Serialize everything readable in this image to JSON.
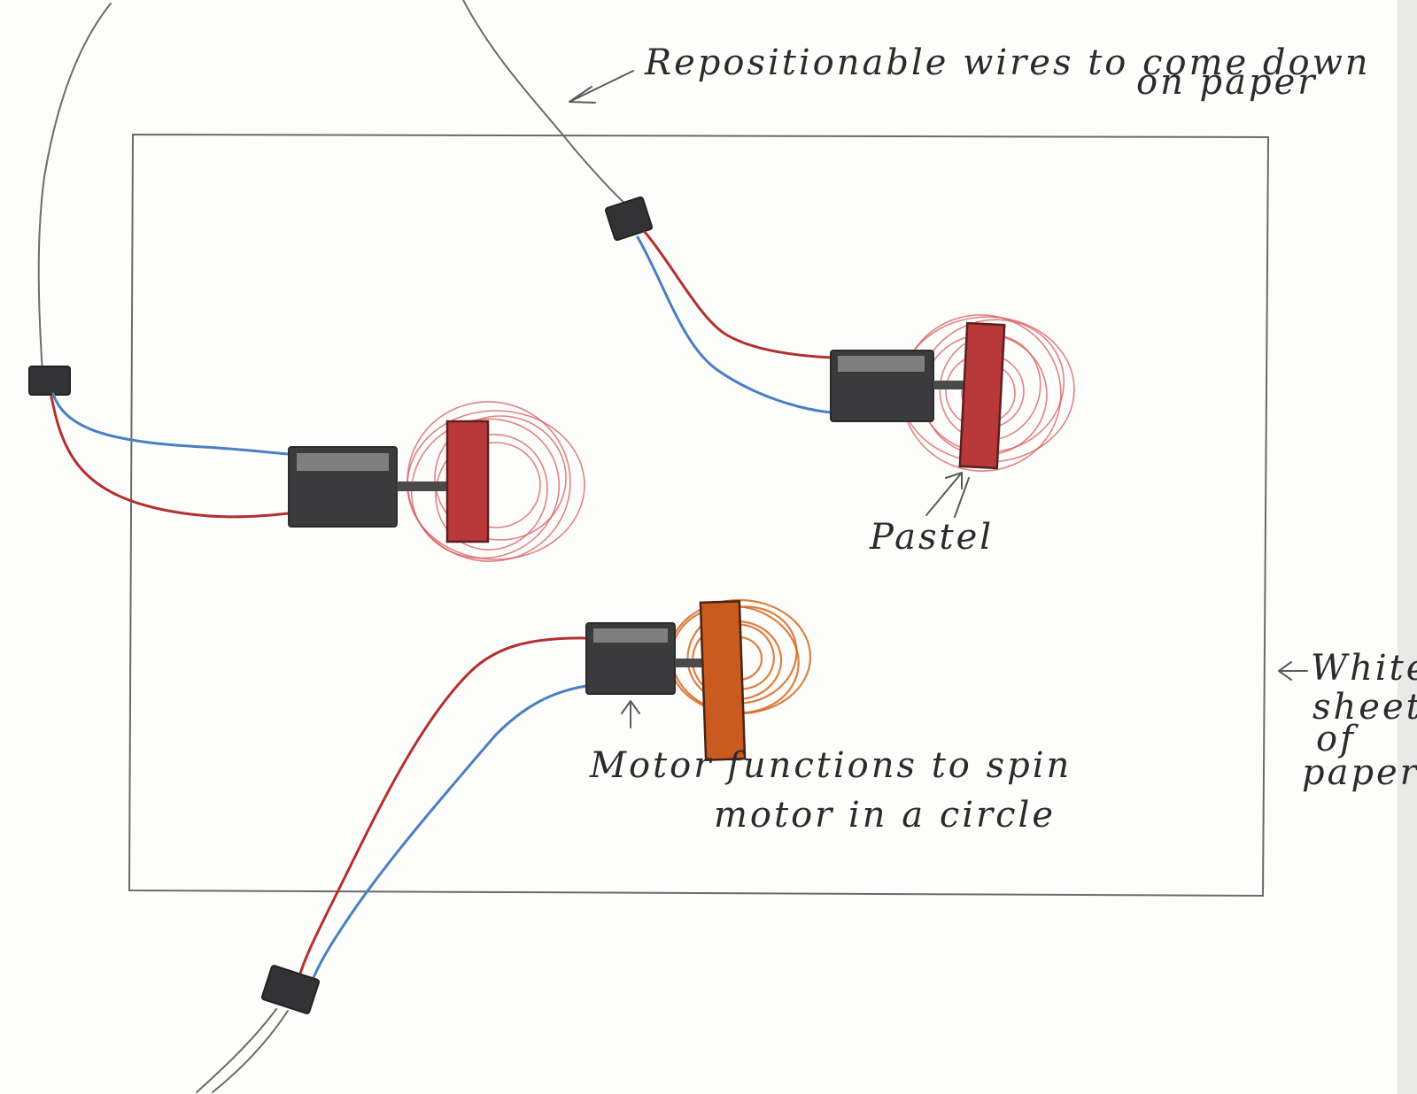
{
  "labels": {
    "wires_line1": "Repositionable wires to come down",
    "wires_line2": "on paper",
    "pastel": "Pastel",
    "motor_line1": "Motor functions to spin",
    "motor_line2": "motor in a circle",
    "paper_line1": "White",
    "paper_line2": "sheet",
    "paper_line3": "of",
    "paper_line4": "paper"
  },
  "colors": {
    "red_wire": "#b3302f",
    "blue_wire": "#4a7fc4",
    "motor_body": "#3b3b3d",
    "red_pastel": "#b9383a",
    "orange_pastel": "#c95a20"
  },
  "assemblies": [
    {
      "id": "left-motor",
      "pastel_color": "red"
    },
    {
      "id": "top-right-motor",
      "pastel_color": "red"
    },
    {
      "id": "bottom-motor",
      "pastel_color": "orange"
    }
  ]
}
